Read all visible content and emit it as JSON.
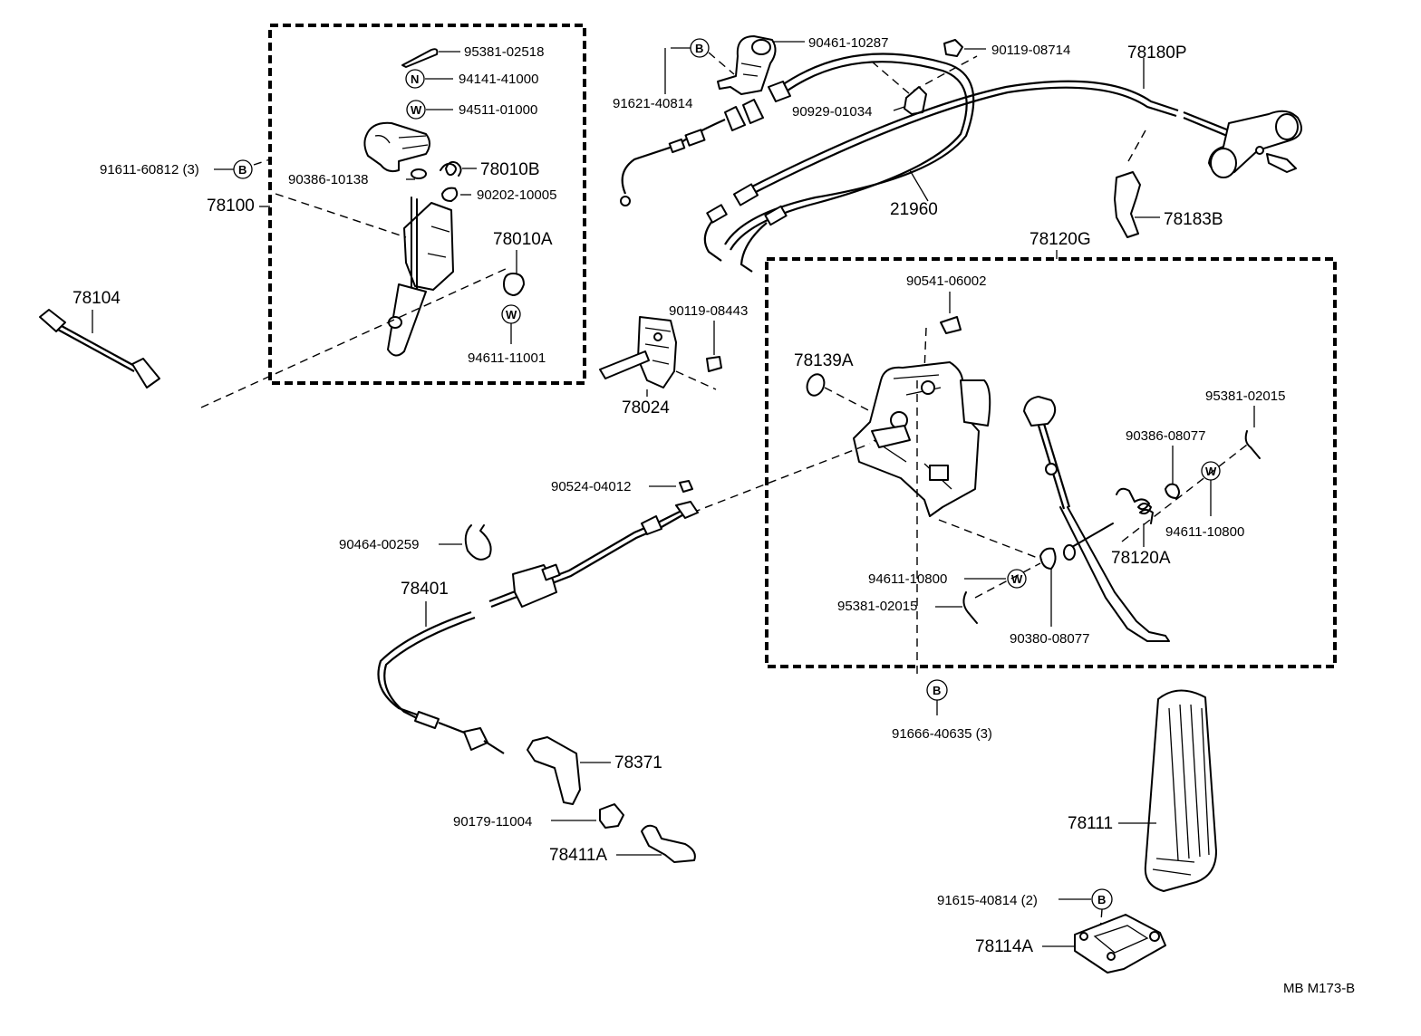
{
  "diagram_id": "MB M173-B",
  "symbols": {
    "bolt": "B",
    "nut": "N",
    "washer": "W"
  },
  "labels": {
    "p95381_02518": "95381-02518",
    "p94141_41000": "94141-41000",
    "p94511_01000": "94511-01000",
    "p91611_60812": "91611-60812 (3)",
    "p90386_10138": "90386-10138",
    "p78010B": "78010B",
    "p90202_10005": "90202-10005",
    "p78100": "78100",
    "p78010A": "78010A",
    "p78104": "78104",
    "p94611_11001": "94611-11001",
    "p90461_10287": "90461-10287",
    "p90119_08714": "90119-08714",
    "p78180P": "78180P",
    "p91621_40814": "91621-40814",
    "p90929_01034": "90929-01034",
    "p21960": "21960",
    "p78183B": "78183B",
    "p78120G": "78120G",
    "p90119_08443": "90119-08443",
    "p78024": "78024",
    "p90541_06002": "90541-06002",
    "p78139A": "78139A",
    "p95381_02015_a": "95381-02015",
    "p90386_08077": "90386-08077",
    "p94611_10800_a": "94611-10800",
    "p78120A": "78120A",
    "p94611_10800_b": "94611-10800",
    "p95381_02015_b": "95381-02015",
    "p90380_08077": "90380-08077",
    "p90524_04012": "90524-04012",
    "p90464_00259": "90464-00259",
    "p78401": "78401",
    "p91666_40635": "91666-40635 (3)",
    "p78371": "78371",
    "p90179_11004": "90179-11004",
    "p78411A": "78411A",
    "p78111": "78111",
    "p91615_40814": "91615-40814 (2)",
    "p78114A": "78114A"
  }
}
